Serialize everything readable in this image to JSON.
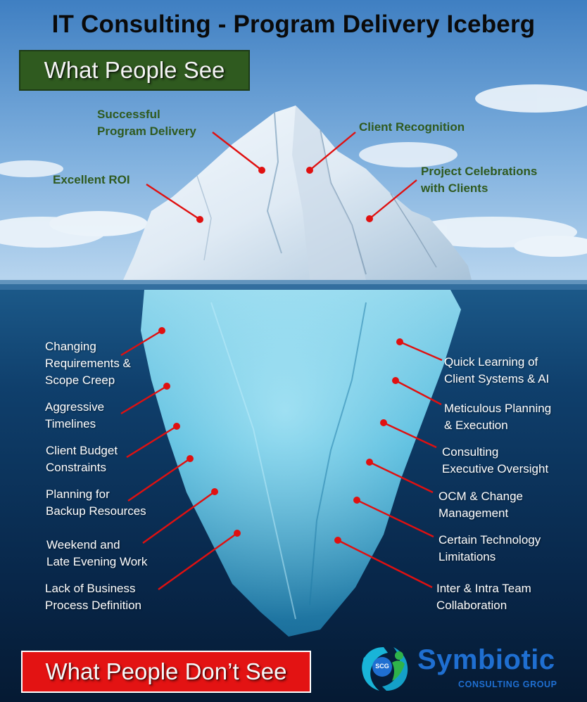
{
  "title": "IT Consulting - Program Delivery Iceberg",
  "above_header": "What People See",
  "below_header": "What People Don’t See",
  "above_items": [
    [
      "Successful",
      "Program Delivery"
    ],
    [
      "Client Recognition"
    ],
    [
      "Excellent ROI"
    ],
    [
      "Project Celebrations",
      "with Clients"
    ]
  ],
  "below_left_items": [
    [
      "Changing",
      "Requirements &",
      "Scope Creep"
    ],
    [
      "Aggressive",
      "Timelines"
    ],
    [
      "Client Budget",
      "Constraints"
    ],
    [
      "Planning for",
      "Backup Resources"
    ],
    [
      "Weekend and",
      "Late Evening Work"
    ],
    [
      "Lack of Business",
      "Process Definition"
    ]
  ],
  "below_right_items": [
    [
      "Quick Learning of",
      "Client Systems & AI"
    ],
    [
      "Meticulous Planning",
      "& Execution"
    ],
    [
      "Consulting",
      "Executive Oversight"
    ],
    [
      "OCM & Change",
      "Management"
    ],
    [
      "Certain Technology",
      "Limitations"
    ],
    [
      "Inter & Intra Team",
      "Collaboration"
    ]
  ],
  "logo": {
    "name": "Symbiotic",
    "subtitle": "CONSULTING GROUP",
    "abbr": "SCG"
  },
  "colors": {
    "above_header_bg": "#2f5a1f",
    "below_header_bg": "#e31313",
    "above_label": "#2f5a1f",
    "below_label": "#ffffff",
    "pointer": "#e01010",
    "logo": "#1f6fd1"
  }
}
